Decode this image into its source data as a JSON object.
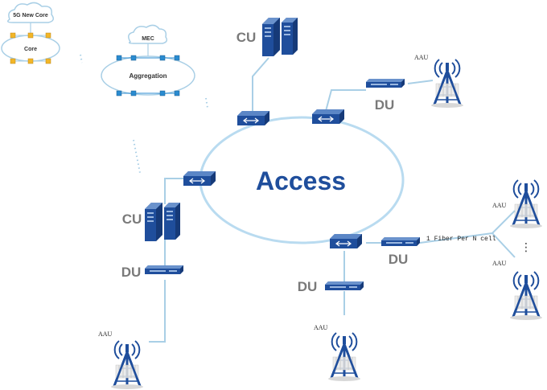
{
  "core": {
    "cloud_label": "5G New Core",
    "ring_label": "Core"
  },
  "aggregation": {
    "cloud_label": "MEC",
    "ring_label": "Aggregation"
  },
  "access": {
    "ring_label": "Access"
  },
  "labels": {
    "cu_top": "CU",
    "cu_left": "CU",
    "du_top_right": "DU",
    "du_left": "DU",
    "du_bottom_right": "DU",
    "du_bottom_mid": "DU",
    "aau_top_right": "AAU",
    "aau_bottom_left": "AAU",
    "aau_bottom_mid": "AAU",
    "aau_far_right_top": "AAU",
    "aau_far_right_bottom": "AAU",
    "fiber_note": "1 Fiber Per N cell",
    "ellipsis": "⋮"
  },
  "colors": {
    "ring": "#b9dbf0",
    "device": "#1f4e9c",
    "device_dark": "#163a78",
    "tower": "#1f4e9c",
    "text_access": "#1f4e9c",
    "link": "#a9cfe6"
  }
}
